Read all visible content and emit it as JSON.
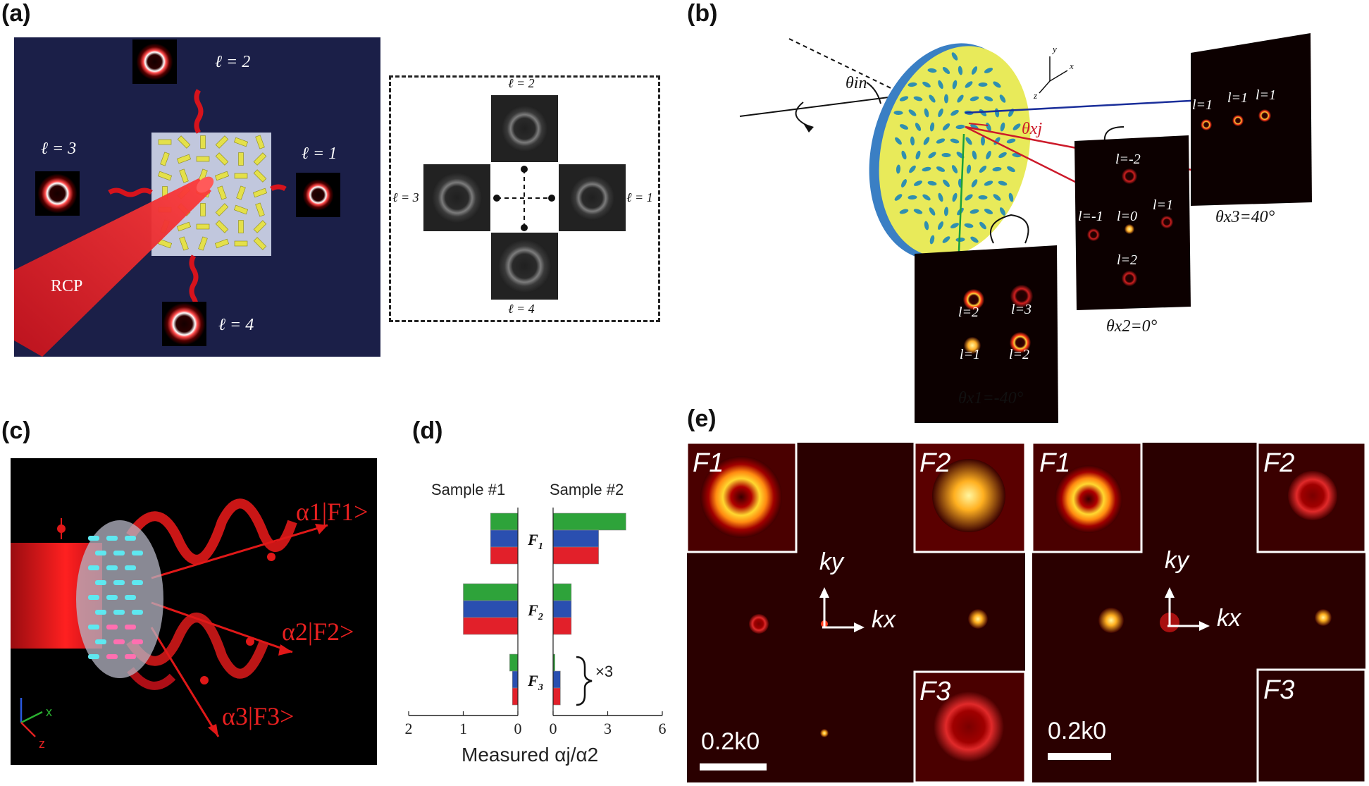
{
  "panel_labels": {
    "a": "(a)",
    "b": "(b)",
    "c": "(c)",
    "d": "(d)",
    "e": "(e)"
  },
  "panel_a": {
    "modes": {
      "top": "ℓ = 2",
      "left": "ℓ = 3",
      "right": "ℓ = 1",
      "bottom": "ℓ = 4"
    },
    "beam_label": "RCP",
    "inset": {
      "top": "ℓ = 2",
      "left": "ℓ = 3",
      "right": "ℓ = 1",
      "bottom": "ℓ = 4"
    }
  },
  "panel_b": {
    "theta_in": "θin",
    "theta_xj": "θxj",
    "axes": {
      "y": "y",
      "x": "x",
      "z": "z"
    },
    "screen1": {
      "labels": [
        "l=2",
        "l=3",
        "l=1",
        "l=2"
      ],
      "angle": "θx1=-40°"
    },
    "screen2": {
      "labels": [
        "l=-2",
        "l=-1",
        "l=0",
        "l=1",
        "l=2"
      ],
      "angle": "θx2=0°"
    },
    "screen3": {
      "labels": [
        "l=1",
        "l=1",
        "l=1"
      ],
      "angle": "θx3=40°"
    }
  },
  "panel_c": {
    "beam1": "α1|F1>",
    "beam2": "α2|F2>",
    "beam3": "α3|F3>",
    "axes": {
      "x": "x",
      "z": "z"
    }
  },
  "chart_data": {
    "type": "bar",
    "orientation": "horizontal",
    "categories": [
      "F1",
      "F2",
      "F3"
    ],
    "xlabel": "Measured αj/α2",
    "colors": {
      "green": "#2ea33a",
      "blue": "#2a4fb0",
      "red": "#e2202a"
    },
    "sample1": {
      "title": "Sample #1",
      "xlim": [
        2,
        0
      ],
      "ticks": [
        "2",
        "1",
        "0"
      ],
      "series": [
        {
          "values": [
            0.5,
            1.0,
            0.15
          ],
          "color": "#2ea33a"
        },
        {
          "values": [
            0.5,
            1.0,
            0.1
          ],
          "color": "#2a4fb0"
        },
        {
          "values": [
            0.5,
            1.0,
            0.1
          ],
          "color": "#e2202a"
        }
      ]
    },
    "sample2": {
      "title": "Sample #2",
      "xlim": [
        0,
        6
      ],
      "ticks": [
        "0",
        "3",
        "6"
      ],
      "series": [
        {
          "values": [
            4.0,
            1.0,
            0.1
          ],
          "color": "#2ea33a"
        },
        {
          "values": [
            2.5,
            1.0,
            0.4
          ],
          "color": "#2a4fb0"
        },
        {
          "values": [
            2.5,
            1.0,
            0.4
          ],
          "color": "#e2202a"
        }
      ]
    },
    "annotation": "×3"
  },
  "panel_e": {
    "left": {
      "f1": "F1",
      "f2": "F2",
      "f3": "F3",
      "ky": "ky",
      "kx": "kx",
      "scale": "0.2k0"
    },
    "right": {
      "f1": "F1",
      "f2": "F2",
      "f3": "F3",
      "ky": "ky",
      "kx": "kx",
      "scale": "0.2k0"
    }
  }
}
